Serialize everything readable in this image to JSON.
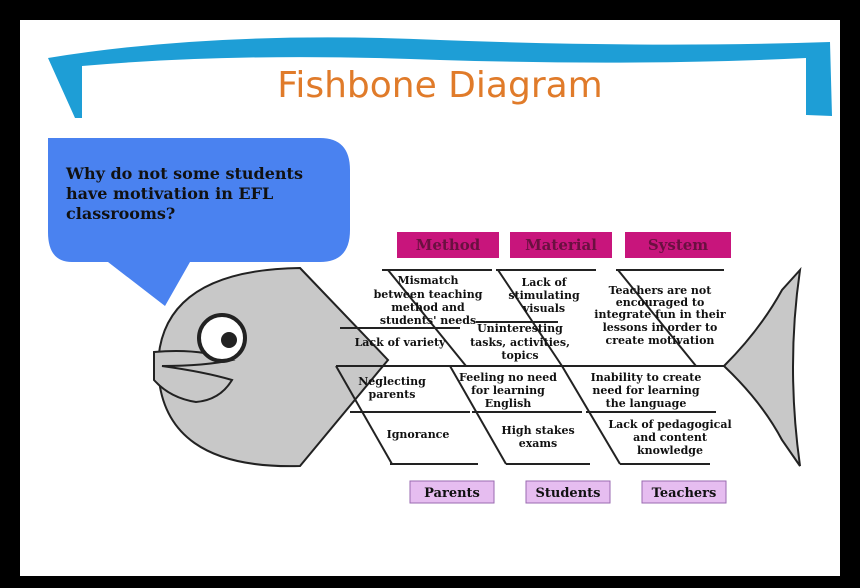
{
  "title": "Fishbone Diagram",
  "question": [
    "Why do not some students",
    "have motivation in EFL",
    "classrooms?"
  ],
  "colors": {
    "banner": "#1e9ed6",
    "bubble": "#4a82f0",
    "fish": "#c8c8c8",
    "category_top": "#c8157c",
    "category_bottom": "#e6bdf0",
    "title": "#e07b2a"
  },
  "categories_top": [
    "Method",
    "Material",
    "System"
  ],
  "categories_bottom": [
    "Parents",
    "Students",
    "Teachers"
  ],
  "causes": {
    "method": [
      [
        "Mismatch",
        "between teaching",
        "method and",
        "students' needs"
      ],
      [
        "Lack of variety"
      ]
    ],
    "material": [
      [
        "Lack of",
        "stimulating",
        "visuals"
      ],
      [
        "Uninteresting",
        "tasks, activities,",
        "topics"
      ]
    ],
    "system": [
      [
        "Teachers are not",
        "encouraged to",
        "integrate fun in their",
        "lessons in order to",
        "create motivation"
      ]
    ],
    "parents": [
      [
        "Neglecting",
        "parents"
      ],
      [
        "Ignorance"
      ]
    ],
    "students": [
      [
        "Feeling no need",
        "for learning",
        "English"
      ],
      [
        "High stakes",
        "exams"
      ]
    ],
    "teachers": [
      [
        "Inability to create",
        "need for learning",
        "the language"
      ],
      [
        "Lack of pedagogical",
        "and content",
        "knowledge"
      ]
    ]
  }
}
